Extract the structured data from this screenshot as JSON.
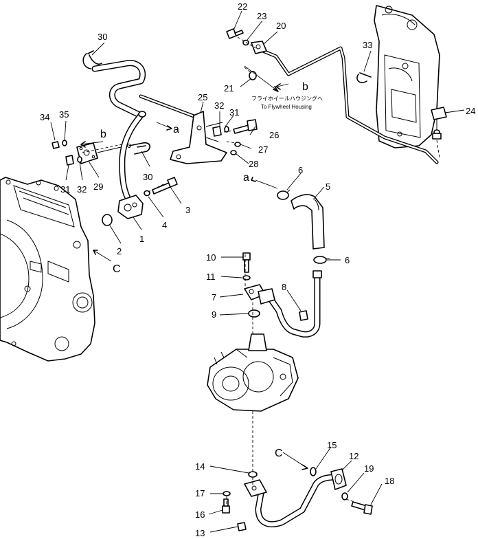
{
  "callouts": {
    "p1": "1",
    "p2": "2",
    "p3": "3",
    "p4": "4",
    "p5": "5",
    "p6a": "6",
    "p6b": "6",
    "p7": "7",
    "p8": "8",
    "p9": "9",
    "p10": "10",
    "p11": "11",
    "p12": "12",
    "p13": "13",
    "p14": "14",
    "p15": "15",
    "p16": "16",
    "p17": "17",
    "p18": "18",
    "p19": "19",
    "p20": "20",
    "p21": "21",
    "p22": "22",
    "p23": "23",
    "p24": "24",
    "p25": "25",
    "p26": "26",
    "p27": "27",
    "p28": "28",
    "p29": "29",
    "p30a": "30",
    "p30b": "30",
    "p31a": "31",
    "p31b": "31",
    "p32a": "32",
    "p32b": "32",
    "p33": "33",
    "p34": "34",
    "p35": "35"
  },
  "connection_labels": {
    "a_hose": "a",
    "a_tube": "a",
    "b_upper": "b",
    "b_left": "b",
    "c_left": "C",
    "c_lower": "C"
  },
  "notes": {
    "flywheel_jp": "フライホイールハウジングへ",
    "flywheel_en": "To Flywheel Housing"
  }
}
